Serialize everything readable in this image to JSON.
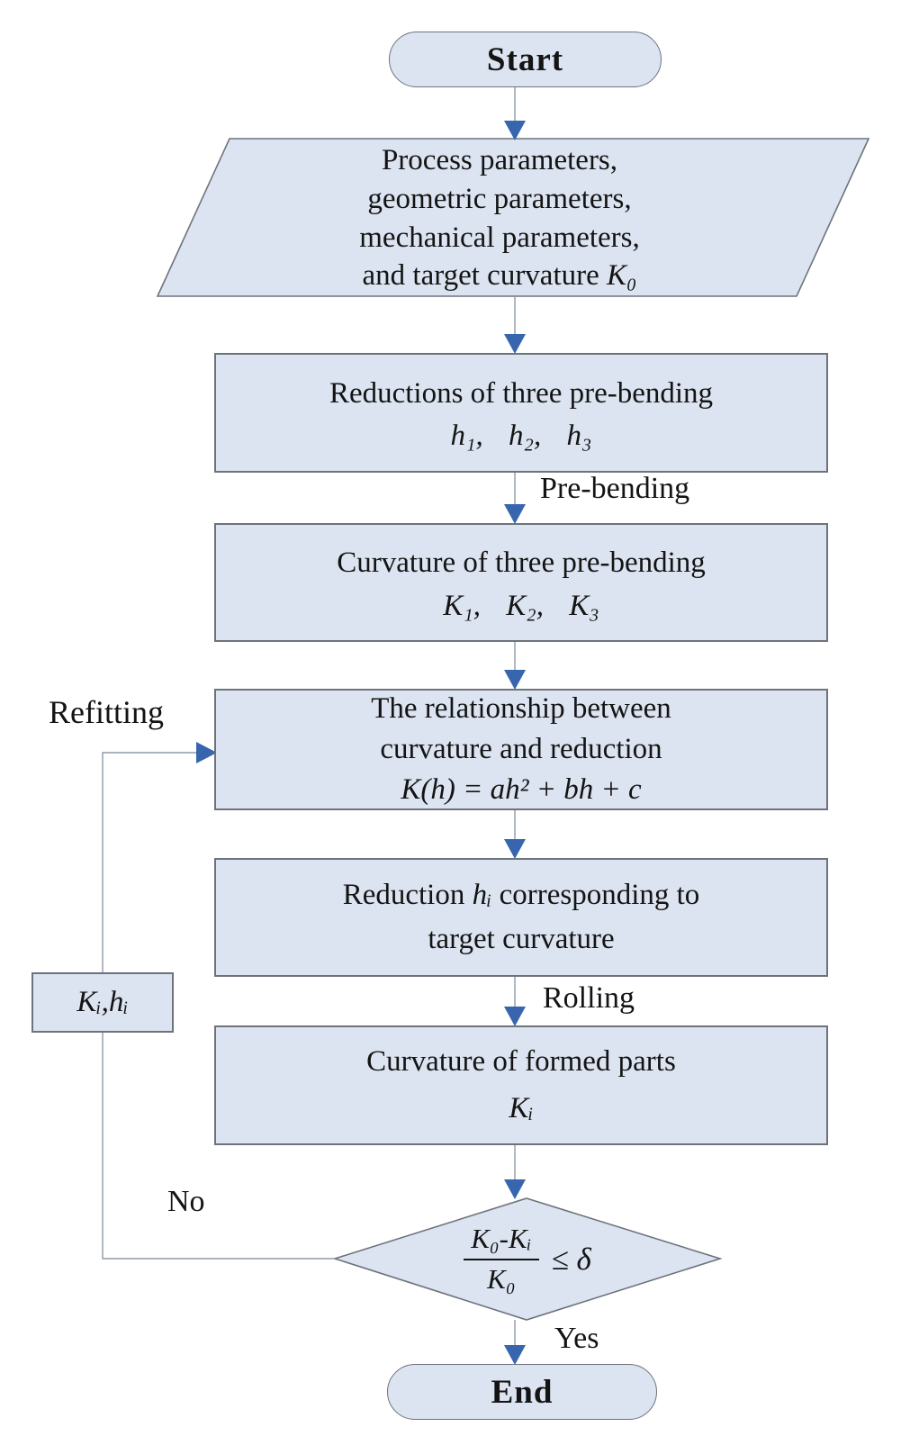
{
  "flowchart": {
    "start": {
      "label": "Start"
    },
    "input": {
      "line1": "Process parameters,",
      "line2": "geometric parameters,",
      "line3": "mechanical parameters,",
      "line4_text": "and target curvature ",
      "line4_symbol": "K₀"
    },
    "reductions": {
      "line1": "Reductions of three pre-bending",
      "symbols": "h₁,  h₂,  h₃"
    },
    "prebending_curvature": {
      "line1": "Curvature of three pre-bending",
      "symbols": "K₁,  K₂,  K₃"
    },
    "relationship": {
      "line1": "The relationship between",
      "line2": "curvature and reduction",
      "formula": "K(h) = ah² + bh + c"
    },
    "reduction_target": {
      "line1_a": "Reduction ",
      "line1_b": "hᵢ",
      "line1_c": " corresponding to",
      "line2": "target curvature"
    },
    "formed_curvature": {
      "line1": "Curvature of formed parts",
      "symbol": "Kᵢ"
    },
    "decision": {
      "numerator": "K₀-Kᵢ",
      "denominator": "K₀",
      "condition": "≤ δ"
    },
    "loop_box": {
      "label": "Kᵢ,hᵢ"
    },
    "end": {
      "label": "End"
    },
    "edge_labels": {
      "prebending": "Pre-bending",
      "rolling": "Rolling",
      "refitting": "Refitting",
      "no": "No",
      "yes": "Yes"
    },
    "colors": {
      "node_fill": "#dce4f1",
      "node_border": "#6d737b",
      "arrow": "#3866ae",
      "connector": "#8f9aa9",
      "text": "#141414"
    }
  }
}
